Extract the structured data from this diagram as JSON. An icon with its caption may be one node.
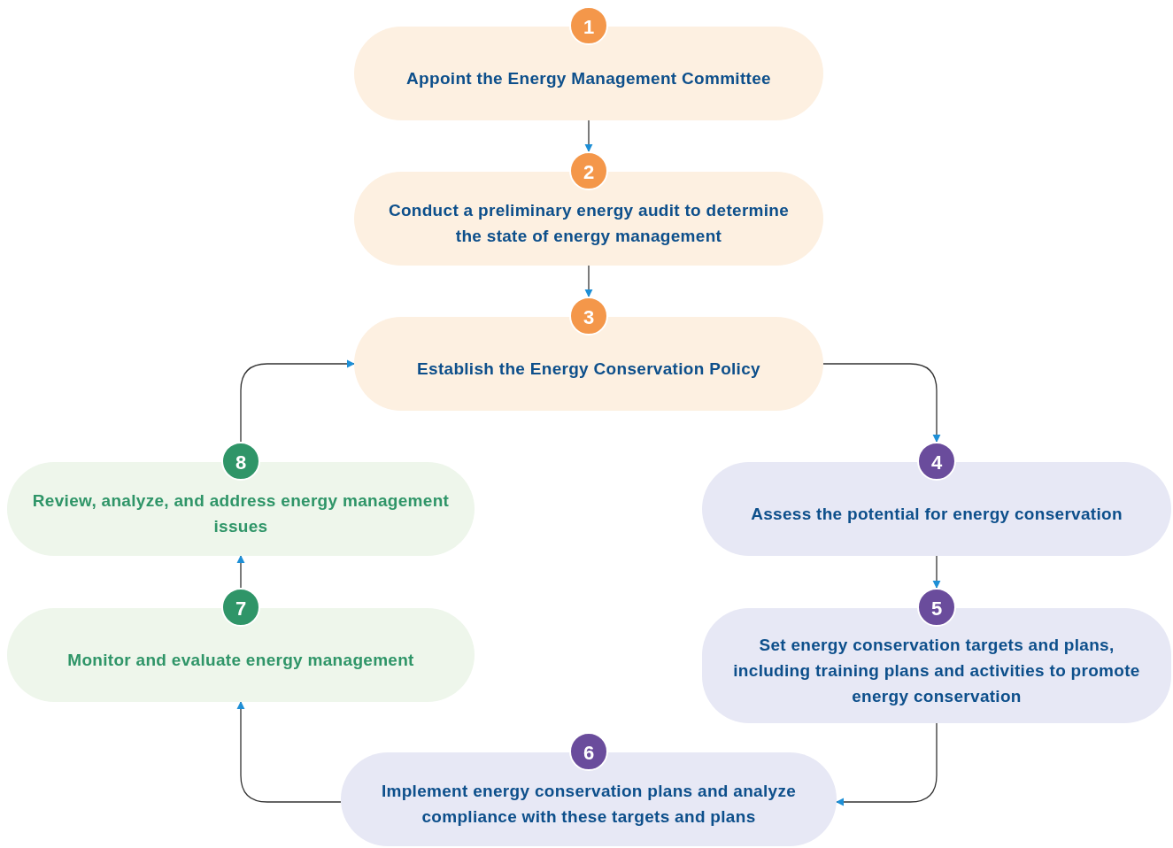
{
  "diagram": {
    "nodes": [
      {
        "text": [
          "1",
          "Appoint the Energy Management Committee"
        ]
      },
      {
        "text": [
          "2",
          "Conduct a preliminary energy audit to determine the state of energy management"
        ]
      },
      {
        "text": [
          "3",
          "Establish the Energy Conservation Policy"
        ]
      },
      {
        "text": [
          "4",
          "Assess the potential for energy conservation"
        ]
      },
      {
        "text": [
          "5",
          "Set energy conservation targets and plans, including training plans and activities to promote energy conservation"
        ]
      },
      {
        "text": [
          "6",
          "Implement energy conservation plans and analyze compliance with these targets and plans"
        ]
      },
      {
        "text": [
          "7",
          "Monitor and evaluate energy management"
        ]
      },
      {
        "text": [
          "8",
          "Review, analyze, and address energy management issues"
        ]
      }
    ],
    "edges": [
      {
        "from": 0,
        "to": 1,
        "arrow": "to"
      },
      {
        "from": 1,
        "to": 2,
        "arrow": "to"
      },
      {
        "from": 2,
        "to": 3,
        "arrow": "to"
      },
      {
        "from": 3,
        "to": 4,
        "arrow": "to"
      },
      {
        "from": 4,
        "to": 5,
        "arrow": "to"
      },
      {
        "from": 5,
        "to": 6,
        "arrow": "to"
      },
      {
        "from": 6,
        "to": 7,
        "arrow": "to"
      },
      {
        "from": 7,
        "to": 2,
        "arrow": "to"
      }
    ]
  }
}
